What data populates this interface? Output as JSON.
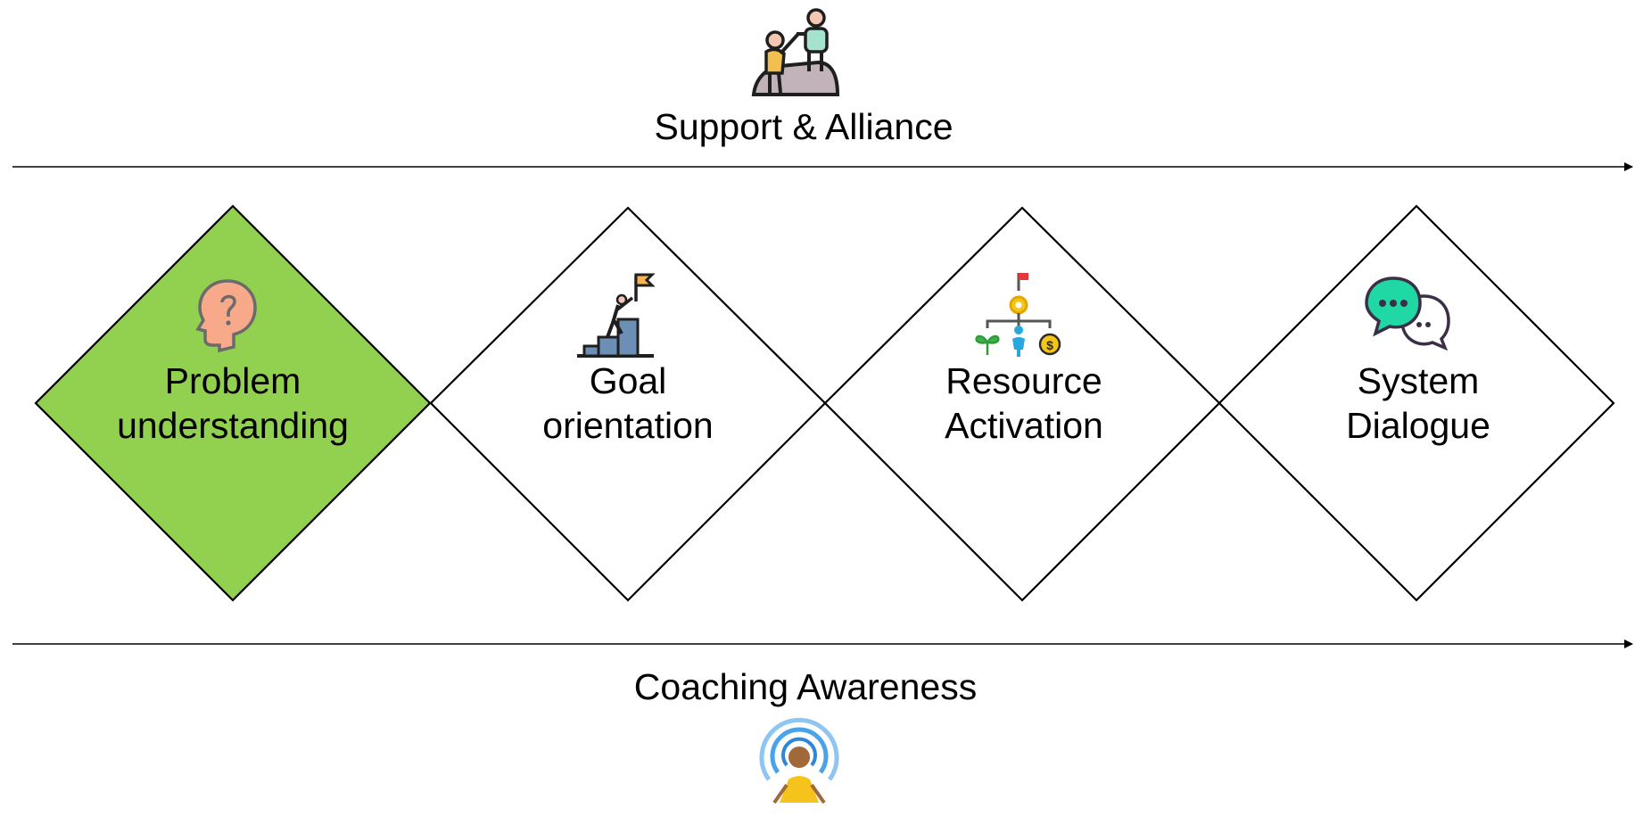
{
  "top": {
    "label": "Support & Alliance",
    "icon": "support-climb-icon"
  },
  "bottom": {
    "label": "Coaching Awareness",
    "icon": "awareness-broadcast-icon"
  },
  "stages": [
    {
      "line1": "Problem",
      "line2": "understanding",
      "icon": "question-head-icon",
      "active": true
    },
    {
      "line1": "Goal",
      "line2": "orientation",
      "icon": "goal-flag-climb-icon",
      "active": false
    },
    {
      "line1": "Resource",
      "line2": "Activation",
      "icon": "resource-network-icon",
      "active": false
    },
    {
      "line1": "System",
      "line2": "Dialogue",
      "icon": "speech-bubbles-icon",
      "active": false
    }
  ],
  "colors": {
    "active_fill": "#92D050",
    "line": "#000000",
    "background": "#FFFFFF"
  }
}
